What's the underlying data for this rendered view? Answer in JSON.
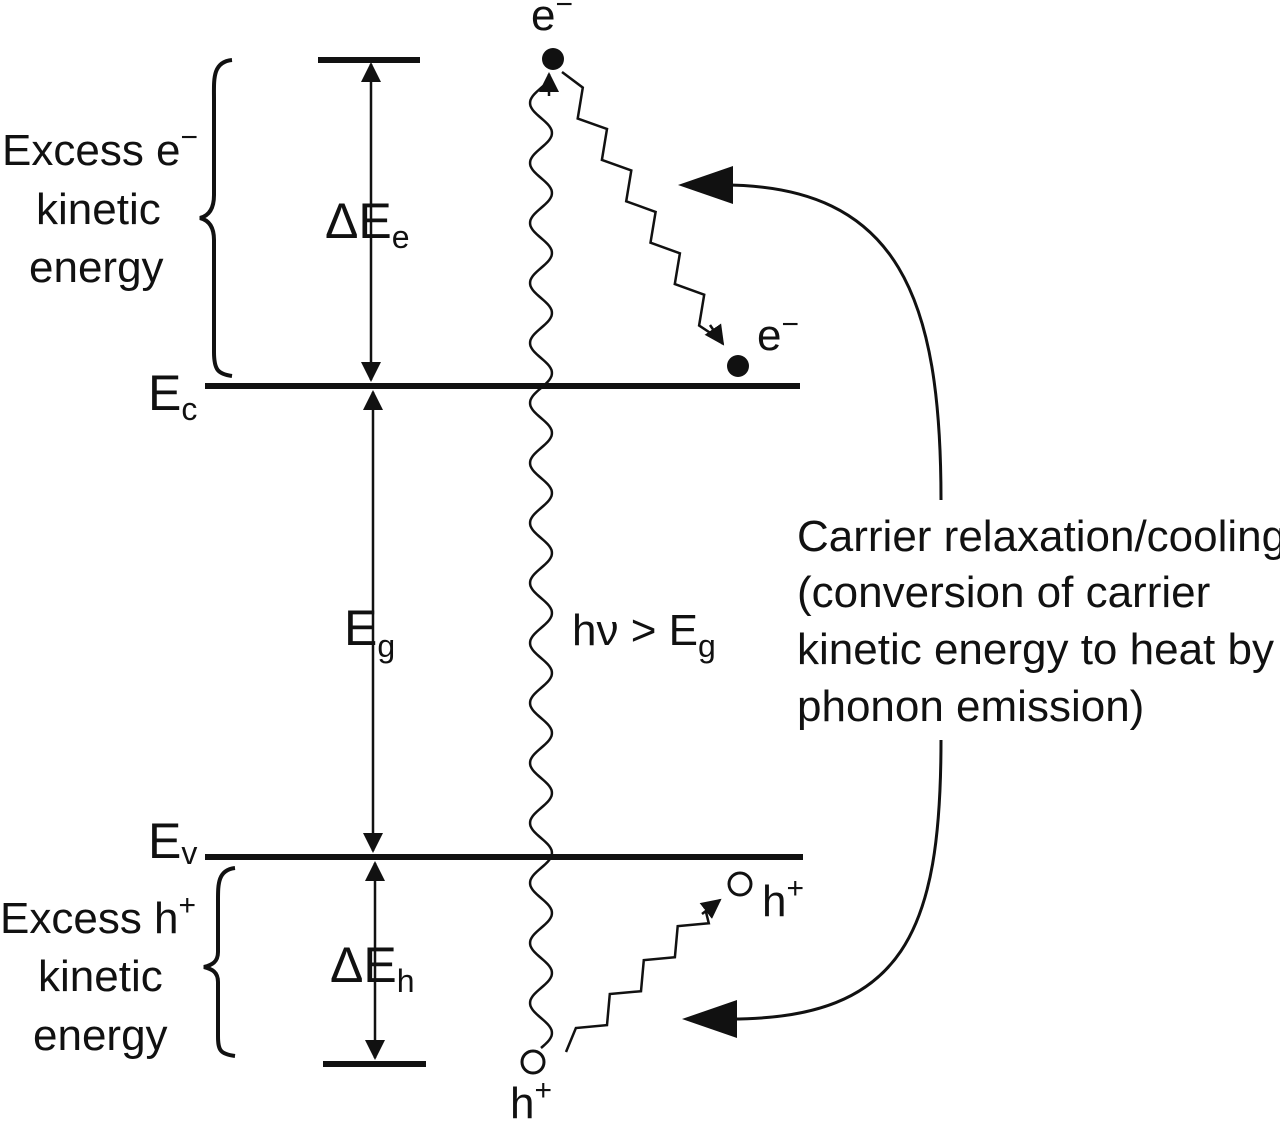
{
  "labels": {
    "excess_e": {
      "line1": "Excess e",
      "line1_sup": "−",
      "line2": "kinetic",
      "line3": "energy"
    },
    "excess_h": {
      "line1": "Excess h",
      "line1_sup": "+",
      "line2": "kinetic",
      "line3": "energy"
    },
    "delta_e": {
      "symbol": "ΔE",
      "sub": "e"
    },
    "delta_h": {
      "symbol": "ΔE",
      "sub": "h"
    },
    "e_c": {
      "symbol": "E",
      "sub": "c"
    },
    "e_v": {
      "symbol": "E",
      "sub": "v"
    },
    "e_g": {
      "symbol": "E",
      "sub": "g"
    },
    "photon": {
      "text": "hν > E",
      "sub": "g"
    },
    "electron_top": {
      "symbol": "e",
      "sup": "−"
    },
    "electron_bottom": {
      "symbol": "e",
      "sup": "−"
    },
    "hole_bottom": {
      "symbol": "h",
      "sup": "+"
    },
    "hole_top": {
      "symbol": "h",
      "sup": "+"
    },
    "relaxation": [
      "Carrier relaxation/cooling",
      "(conversion of carrier",
      "kinetic energy to heat by",
      "phonon emission)"
    ]
  },
  "colors": {
    "ink": "#111111",
    "background": "#ffffff"
  }
}
